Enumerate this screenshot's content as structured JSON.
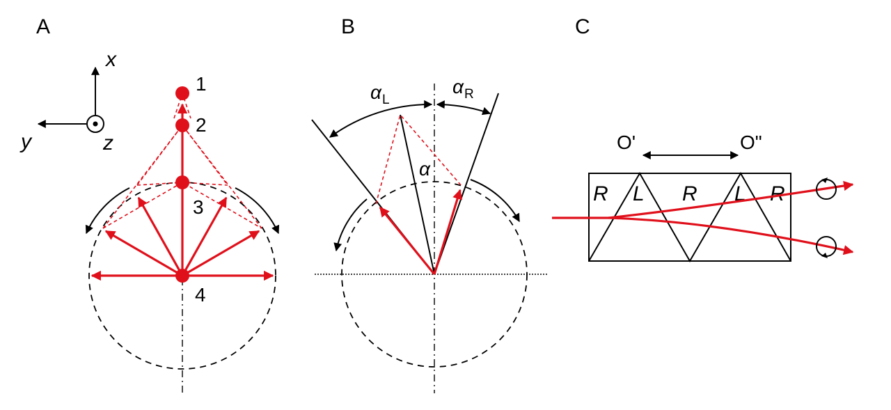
{
  "panels": {
    "a": "A",
    "b": "B",
    "c": "C"
  },
  "panel_a": {
    "axes": {
      "x": "x",
      "y": "y",
      "z": "z"
    },
    "points": [
      "1",
      "2",
      "3",
      "4"
    ]
  },
  "panel_b": {
    "alpha_l": {
      "symbol": "α",
      "subscript": "L"
    },
    "alpha_r": {
      "symbol": "α",
      "subscript": "R"
    },
    "alpha": "α"
  },
  "panel_c": {
    "o1": "O'",
    "o2": "O\"",
    "segments": [
      "R",
      "L",
      "R",
      "L",
      "R"
    ]
  },
  "colors": {
    "beam": "#e0101b",
    "line": "#000000"
  }
}
